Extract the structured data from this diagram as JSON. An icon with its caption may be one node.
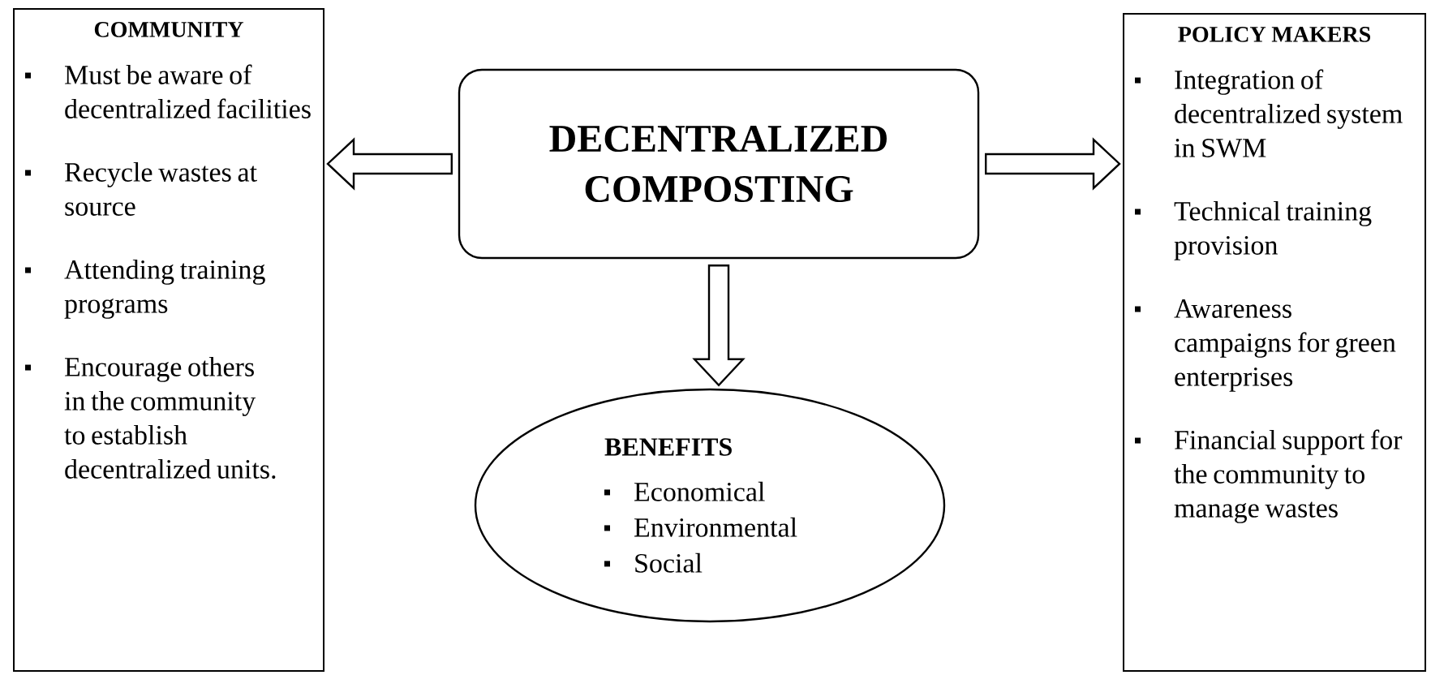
{
  "diagram": {
    "nodes": [
      {
        "text": [
          "DECENTRALIZED COMPOSTING"
        ]
      },
      {
        "text": [
          "COMMUNITY",
          "Must be aware of decentralized facilities",
          "Recycle wastes at source",
          "Attending training programs",
          "Encourage others in the community to establish decentralized units."
        ]
      },
      {
        "text": [
          "POLICY MAKERS",
          "Integration of decentralized system in SWM",
          "Technical training provision",
          "Awareness campaigns for green enterprises",
          "Financial support for the community to manage wastes"
        ]
      },
      {
        "text": [
          "BENEFITS",
          "Economical",
          "Environmental",
          "Social"
        ]
      }
    ],
    "edges": [
      {
        "from": 0,
        "to": 1,
        "arrow": "to"
      },
      {
        "from": 0,
        "to": 2,
        "arrow": "to"
      },
      {
        "from": 0,
        "to": 3,
        "arrow": "to"
      }
    ]
  }
}
